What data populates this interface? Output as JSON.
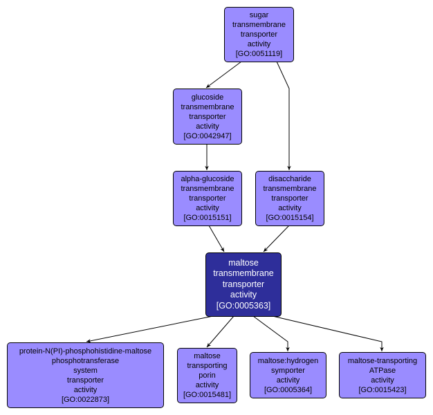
{
  "graph": {
    "colors": {
      "node_fill": "#9a8cff",
      "focus_fill": "#2e2e9a",
      "focus_text": "#ffffff",
      "node_text": "#000000",
      "edge": "#000000"
    },
    "nodes": [
      {
        "id": "GO:0051119",
        "lines": [
          "sugar",
          "transmembrane",
          "transporter",
          "activity",
          "[GO:0051119]"
        ],
        "focus": false
      },
      {
        "id": "GO:0042947",
        "lines": [
          "glucoside",
          "transmembrane",
          "transporter",
          "activity",
          "[GO:0042947]"
        ],
        "focus": false
      },
      {
        "id": "GO:0015151",
        "lines": [
          "alpha-glucoside",
          "transmembrane",
          "transporter",
          "activity",
          "[GO:0015151]"
        ],
        "focus": false
      },
      {
        "id": "GO:0015154",
        "lines": [
          "disaccharide",
          "transmembrane",
          "transporter",
          "activity",
          "[GO:0015154]"
        ],
        "focus": false
      },
      {
        "id": "GO:0005363",
        "lines": [
          "maltose",
          "transmembrane",
          "transporter",
          "activity",
          "[GO:0005363]"
        ],
        "focus": true
      },
      {
        "id": "GO:0022873",
        "lines": [
          "protein-N(PI)-phosphohistidine-maltose",
          "phosphotransferase",
          "system",
          "transporter",
          "activity",
          "[GO:0022873]"
        ],
        "focus": false
      },
      {
        "id": "GO:0015481",
        "lines": [
          "maltose",
          "transporting",
          "porin",
          "activity",
          "[GO:0015481]"
        ],
        "focus": false
      },
      {
        "id": "GO:0005364",
        "lines": [
          "maltose:hydrogen",
          "symporter",
          "activity",
          "[GO:0005364]"
        ],
        "focus": false
      },
      {
        "id": "GO:0015423",
        "lines": [
          "maltose-transporting",
          "ATPase",
          "activity",
          "[GO:0015423]"
        ],
        "focus": false
      }
    ],
    "edges": [
      {
        "from": "GO:0051119",
        "to": "GO:0042947"
      },
      {
        "from": "GO:0051119",
        "to": "GO:0015154"
      },
      {
        "from": "GO:0042947",
        "to": "GO:0015151"
      },
      {
        "from": "GO:0015151",
        "to": "GO:0005363"
      },
      {
        "from": "GO:0015154",
        "to": "GO:0005363"
      },
      {
        "from": "GO:0005363",
        "to": "GO:0022873"
      },
      {
        "from": "GO:0005363",
        "to": "GO:0015481"
      },
      {
        "from": "GO:0005363",
        "to": "GO:0005364"
      },
      {
        "from": "GO:0005363",
        "to": "GO:0015423"
      }
    ]
  }
}
